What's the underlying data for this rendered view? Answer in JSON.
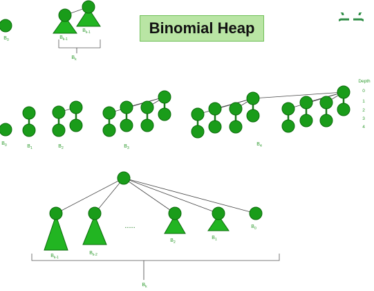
{
  "title": "Binomial Heap",
  "logo": {
    "name": "GfG logo",
    "color": "#2f8d46"
  },
  "colors": {
    "node_fill": "#1a9c1a",
    "node_stroke": "#0b6b0b",
    "edge": "#444444",
    "label": "#2e9b2e"
  },
  "legend": {
    "b0": "B0",
    "bk_minus_1_a": "Bk-1",
    "bk_minus_1_b": "Bk-1",
    "bk": "Bk"
  },
  "trees": {
    "b0": "B0",
    "b1": "B1",
    "b2": "B2",
    "b3": "B3",
    "b4": "B4"
  },
  "depth": {
    "title": "Depth",
    "levels": [
      "0",
      "1",
      "2",
      "3",
      "4"
    ]
  },
  "bottom": {
    "labels": [
      "Bk-1",
      "Bk-2",
      "B2",
      "B1",
      "B0"
    ],
    "ellipsis": ".....",
    "bk": "Bk"
  }
}
